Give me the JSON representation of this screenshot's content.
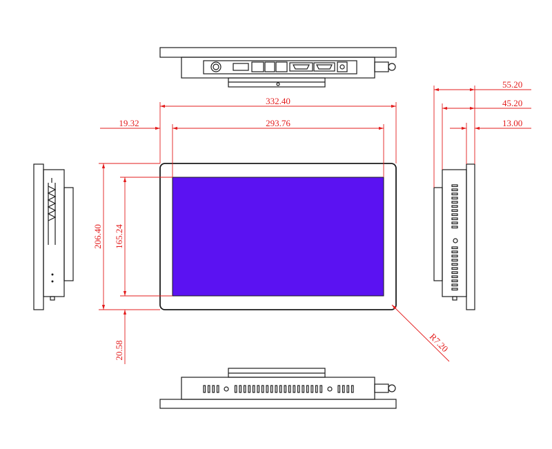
{
  "colors": {
    "line": "#1a1a1a",
    "dimension": "#e31b1b",
    "screen": "#5b12f2",
    "background": "#ffffff"
  },
  "dimensions": {
    "overall_width": "332.40",
    "display_width": "293.76",
    "bezel_side": "19.32",
    "overall_height": "206.40",
    "display_height": "165.24",
    "bezel_bottom": "20.58",
    "corner_radius": "R7.20",
    "total_depth": "55.20",
    "body_depth": "45.20",
    "mount_depth": "13.00"
  }
}
